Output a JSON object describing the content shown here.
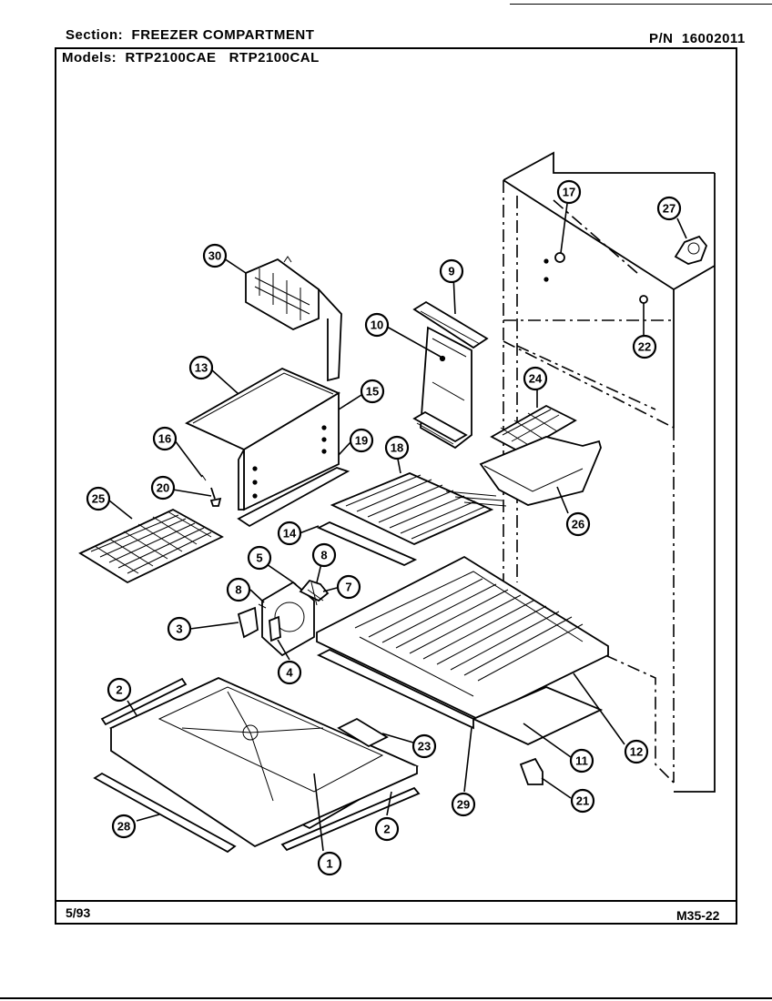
{
  "header": {
    "section_label": "Section:",
    "section_value": "FREEZER COMPARTMENT",
    "pn_label": "P/N",
    "pn_value": "16002011",
    "models_label": "Models:",
    "model_1": "RTP2100CAE",
    "model_2": "RTP2100CAL"
  },
  "footer": {
    "date": "5/93",
    "code": "M35-22"
  },
  "callouts": [
    {
      "id": "c30",
      "label": "30"
    },
    {
      "id": "c13",
      "label": "13"
    },
    {
      "id": "c15",
      "label": "15"
    },
    {
      "id": "c16",
      "label": "16"
    },
    {
      "id": "c19",
      "label": "19"
    },
    {
      "id": "c20",
      "label": "20"
    },
    {
      "id": "c25",
      "label": "25"
    },
    {
      "id": "c9",
      "label": "9"
    },
    {
      "id": "c10",
      "label": "10"
    },
    {
      "id": "c18",
      "label": "18"
    },
    {
      "id": "c14",
      "label": "14"
    },
    {
      "id": "c17",
      "label": "17"
    },
    {
      "id": "c27",
      "label": "27"
    },
    {
      "id": "c22",
      "label": "22"
    },
    {
      "id": "c24",
      "label": "24"
    },
    {
      "id": "c26",
      "label": "26"
    },
    {
      "id": "c5",
      "label": "5"
    },
    {
      "id": "c8a",
      "label": "8"
    },
    {
      "id": "c8b",
      "label": "8"
    },
    {
      "id": "c7",
      "label": "7"
    },
    {
      "id": "c3",
      "label": "3"
    },
    {
      "id": "c4",
      "label": "4"
    },
    {
      "id": "c2a",
      "label": "2"
    },
    {
      "id": "c23",
      "label": "23"
    },
    {
      "id": "c28",
      "label": "28"
    },
    {
      "id": "c2b",
      "label": "2"
    },
    {
      "id": "c1",
      "label": "1"
    },
    {
      "id": "c29",
      "label": "29"
    },
    {
      "id": "c11",
      "label": "11"
    },
    {
      "id": "c12",
      "label": "12"
    },
    {
      "id": "c21",
      "label": "21"
    }
  ]
}
